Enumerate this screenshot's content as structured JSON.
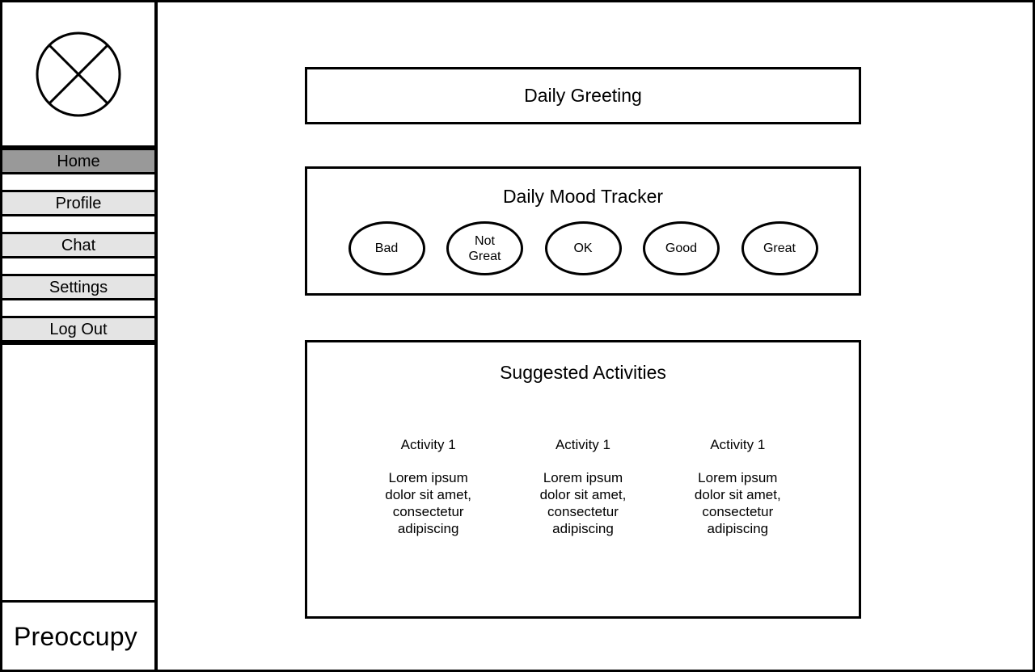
{
  "app": {
    "brand_name": "Preoccupy",
    "logo_icon": "image-placeholder-icon"
  },
  "sidebar": {
    "items": [
      {
        "label": "Home",
        "active": true
      },
      {
        "label": "Profile",
        "active": false
      },
      {
        "label": "Chat",
        "active": false
      },
      {
        "label": "Settings",
        "active": false
      },
      {
        "label": "Log Out",
        "active": false
      }
    ],
    "active_item_color": "#999999",
    "item_color": "#e4e4e4"
  },
  "main": {
    "greeting": {
      "title": "Daily Greeting"
    },
    "mood_tracker": {
      "title": "Daily Mood Tracker",
      "options": [
        {
          "label": "Bad"
        },
        {
          "label": "Not\nGreat"
        },
        {
          "label": "OK"
        },
        {
          "label": "Good"
        },
        {
          "label": "Great"
        }
      ]
    },
    "suggested_activities": {
      "title": "Suggested Activities",
      "items": [
        {
          "title": "Activity 1",
          "body": "Lorem ipsum dolor sit amet, consectetur adipiscing"
        },
        {
          "title": "Activity 1",
          "body": "Lorem ipsum dolor sit amet, consectetur adipiscing"
        },
        {
          "title": "Activity 1",
          "body": "Lorem ipsum dolor sit amet, consectetur adipiscing"
        }
      ]
    }
  },
  "theme": {
    "border_color": "#000000",
    "background": "#ffffff",
    "text_color": "#000000"
  }
}
